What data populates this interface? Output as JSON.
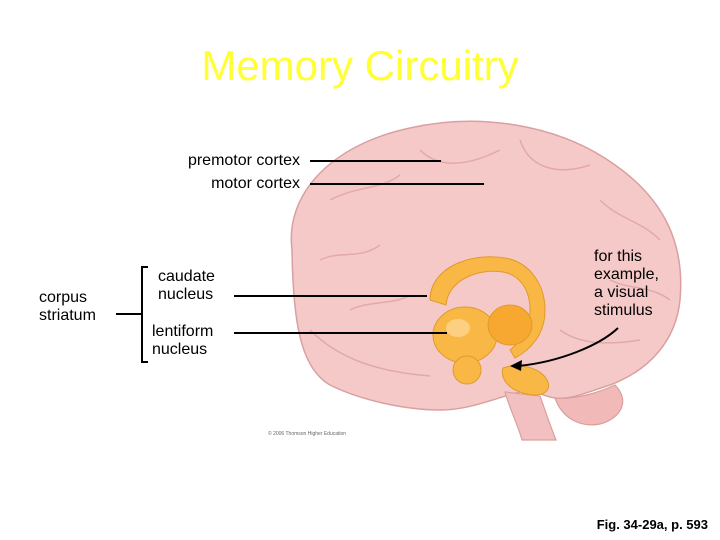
{
  "title": "Memory Circuitry",
  "labels": {
    "premotor": "premotor cortex",
    "motor": "motor cortex",
    "caudate_line1": "caudate",
    "caudate_line2": "nucleus",
    "lentiform_line1": "lentiform",
    "lentiform_line2": "nucleus",
    "corpus_line1": "corpus",
    "corpus_line2": "striatum",
    "stimulus_line1": "for this",
    "stimulus_line2": "example,",
    "stimulus_line3": "a visual",
    "stimulus_line4": "stimulus"
  },
  "copyright": "© 2006 Thomson Higher Education",
  "figure_ref": "Fig. 34-29a, p. 593",
  "colors": {
    "title": "#ffff33",
    "brain": "#f6c9c9",
    "basal_ganglia": "#f9b845"
  }
}
